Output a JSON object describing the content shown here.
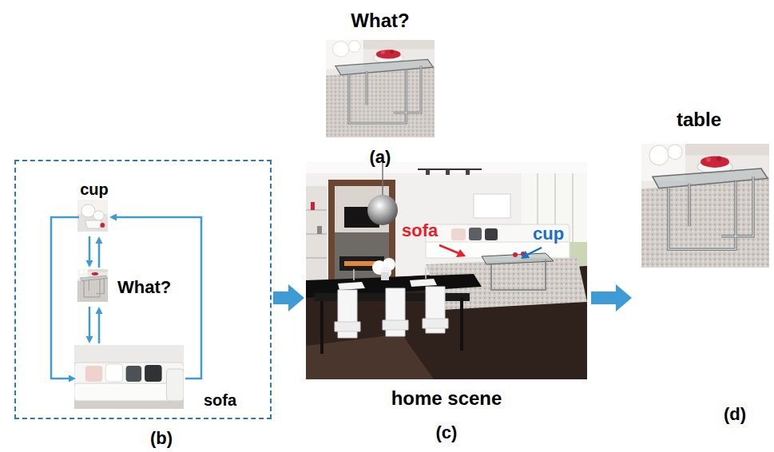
{
  "diagram": {
    "nodes": [
      {
        "text": [
          "What?",
          "(a)"
        ]
      },
      {
        "text": [
          "(b)"
        ]
      },
      {
        "text": [
          "cup"
        ],
        "in": 1
      },
      {
        "text": [
          "What?"
        ],
        "in": 1
      },
      {
        "text": [
          "sofa"
        ],
        "in": 1
      },
      {
        "text": [
          "sofa",
          "cup",
          "home scene",
          "(c)"
        ]
      },
      {
        "text": [
          "table",
          "(d)"
        ]
      }
    ],
    "edges": [
      {
        "from": 2,
        "to": 3,
        "arrow": "both"
      },
      {
        "from": 3,
        "to": 4,
        "arrow": "both"
      },
      {
        "from": 2,
        "to": 4,
        "arrow": "to"
      },
      {
        "from": 4,
        "to": 2,
        "arrow": "to"
      },
      {
        "from": 1,
        "to": 5,
        "arrow": "to"
      },
      {
        "from": 5,
        "to": 6,
        "arrow": "to"
      }
    ]
  }
}
